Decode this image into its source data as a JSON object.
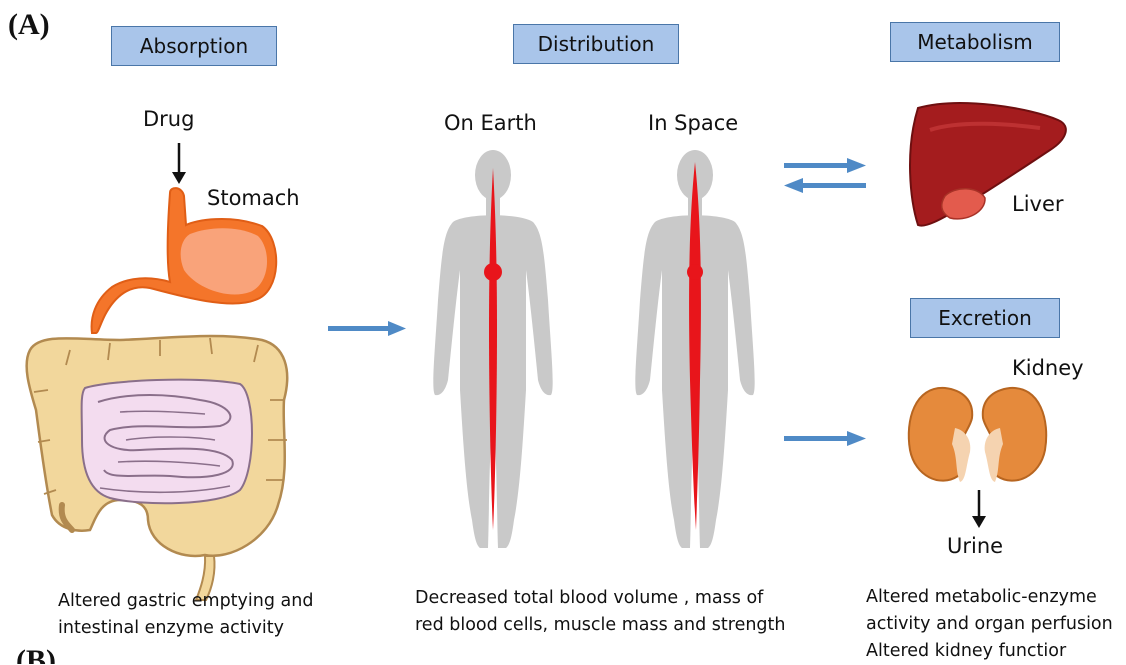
{
  "panel_label": "(A)",
  "panel_label_next": "(B)",
  "headers": {
    "absorption": "Absorption",
    "distribution": "Distribution",
    "metabolism": "Metabolism",
    "excretion": "Excretion"
  },
  "labels": {
    "drug": "Drug",
    "stomach": "Stomach",
    "on_earth": "On Earth",
    "in_space": "In Space",
    "liver": "Liver",
    "kidney": "Kidney",
    "urine": "Urine"
  },
  "captions": {
    "absorption": [
      "Altered gastric emptying and",
      "intestinal enzyme activity"
    ],
    "distribution": [
      "Decreased total blood volume , mass of",
      "red blood cells, muscle mass and strength"
    ],
    "metabolism_excretion": [
      "Altered metabolic-enzyme",
      "activity and organ perfusion",
      "Altered kidney functior"
    ]
  },
  "colors": {
    "header_fill": "#a9c5ea",
    "header_border": "#4a76a8",
    "arrow_blue": "#4f8ac6",
    "blood_red": "#e8151b",
    "body_gray": "#c9c9c9",
    "stomach_orange": "#f4752a",
    "liver_red": "#a41c1e",
    "kidney_orange": "#e58a3c",
    "intestine_tan": "#f2d79c",
    "small_intestine_pink": "#f3dcef"
  },
  "icons": [
    "stomach-icon",
    "intestine-icon",
    "human-silhouette-icon",
    "liver-icon",
    "kidney-icon"
  ]
}
